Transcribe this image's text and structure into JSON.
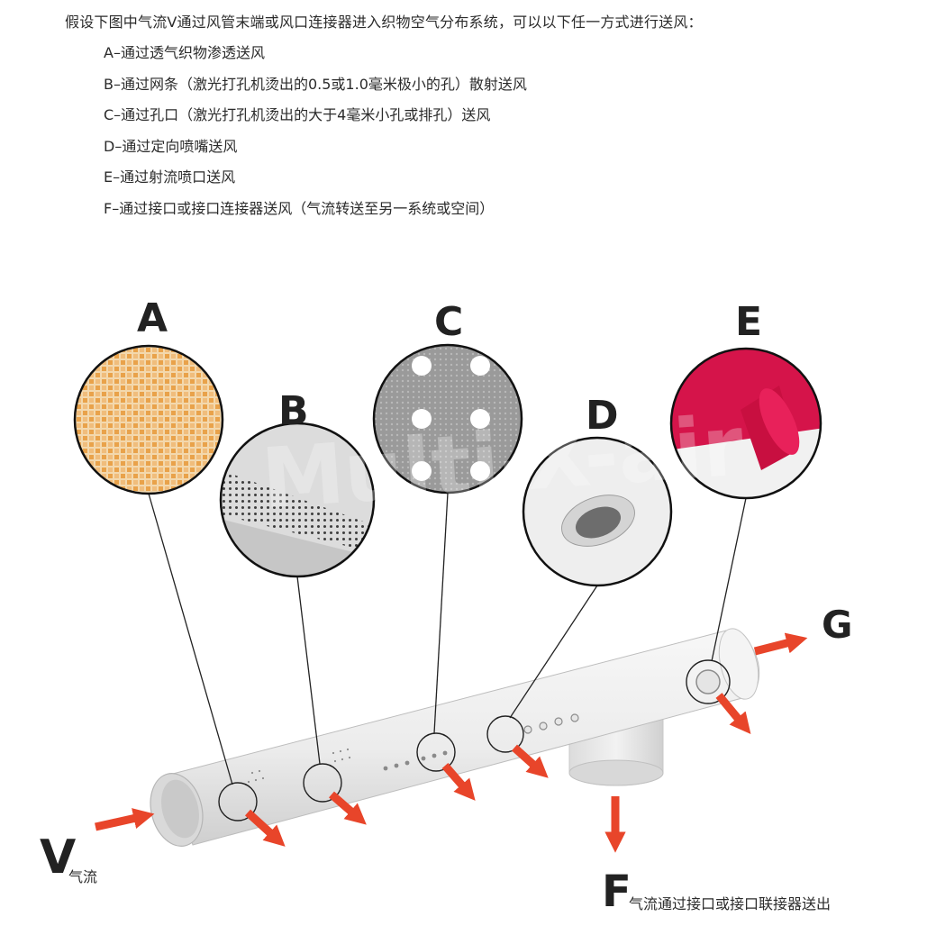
{
  "intro": "假设下图中气流V通过风管末端或风口连接器进入织物空气分布系统，可以以下任一方式进行送风：",
  "methods": [
    "A–通过透气织物渗透送风",
    "B–通过网条（激光打孔机烫出的0.5或1.0毫米极小的孔）散射送风",
    "C–通过孔口（激光打孔机烫出的大于4毫米小孔或排孔）送风",
    "D–通过定向喷嘴送风",
    "E–通过射流喷口送风",
    "F–通过接口或接口连接器送风（气流转送至另一系统或空间）"
  ],
  "labels": {
    "a": "A",
    "b": "B",
    "c": "C",
    "d": "D",
    "e": "E",
    "v": "V",
    "v_note": "气流",
    "f": "F",
    "f_note": "气流通过接口或接口联接器送出",
    "g": "G"
  },
  "watermark": "Multi-X-air",
  "colors": {
    "arrow": "#e8452a",
    "fabric_a": "#e9a24a",
    "fabric_e": "#d5144a",
    "duct": "#efefef"
  }
}
